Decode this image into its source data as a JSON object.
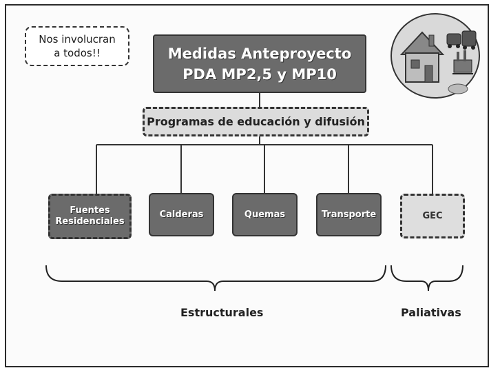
{
  "note": "Nos involucran\na todos!!",
  "main_box": {
    "line1": "Medidas Anteproyecto",
    "line2": "PDA MP2,5 y MP10"
  },
  "education_box": "Programas de educación y difusión",
  "measures": [
    {
      "line1": "Fuentes",
      "line2": "Residenciales"
    },
    {
      "line1": "Calderas",
      "line2": ""
    },
    {
      "line1": "Quemas",
      "line2": ""
    },
    {
      "line1": "Transporte",
      "line2": ""
    },
    {
      "line1": "GEC",
      "line2": ""
    }
  ],
  "groups": {
    "structural": "Estructurales",
    "palliative": "Paliativas"
  },
  "logo_icon": "house-and-vehicles-emblem-icon",
  "colors": {
    "dark_box": "#6b6b6b",
    "light_box": "#dcdcdc",
    "line": "#333333"
  }
}
